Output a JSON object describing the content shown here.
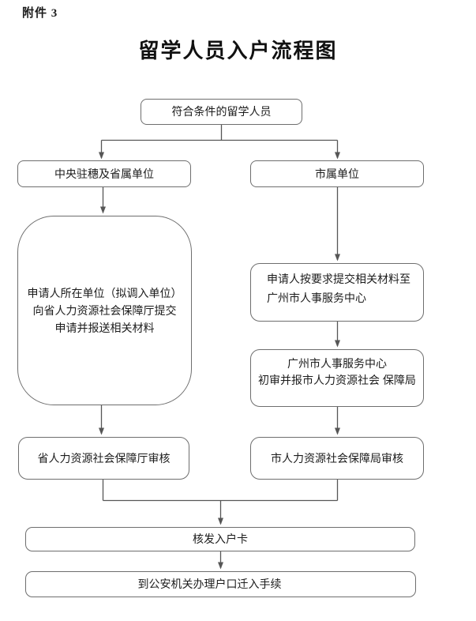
{
  "page": {
    "attachment_label": "附件 3",
    "title": "留学人员入户流程图"
  },
  "flowchart": {
    "nodes": {
      "start": {
        "label": "符合条件的留学人员"
      },
      "branch_left": {
        "label": "中央驻穗及省属单位"
      },
      "branch_right": {
        "label": "市属单位"
      },
      "left_process": {
        "line1": "申请人所在单位（拟调入单位）",
        "line2": "向省人力资源社会保障厅提交",
        "line3": "申请并报送相关材料"
      },
      "right_submit": {
        "line1": "申请人按要求提交相关材料至",
        "line2": "广州市人事服务中心"
      },
      "right_review": {
        "line1": "广州市人事服务中心",
        "line2": "初审并报市人力资源社会 保障局"
      },
      "left_audit": {
        "label": "省人力资源社会保障厅审核"
      },
      "right_audit": {
        "label": "市人力资源社会保障局审核"
      },
      "issue_card": {
        "label": "核发入户卡"
      },
      "final_step": {
        "label": "到公安机关办理户口迁入手续"
      }
    },
    "colors": {
      "border": "#6e6e6e",
      "connector": "#565656",
      "text": "#1c1c1c",
      "background": "#ffffff"
    }
  }
}
